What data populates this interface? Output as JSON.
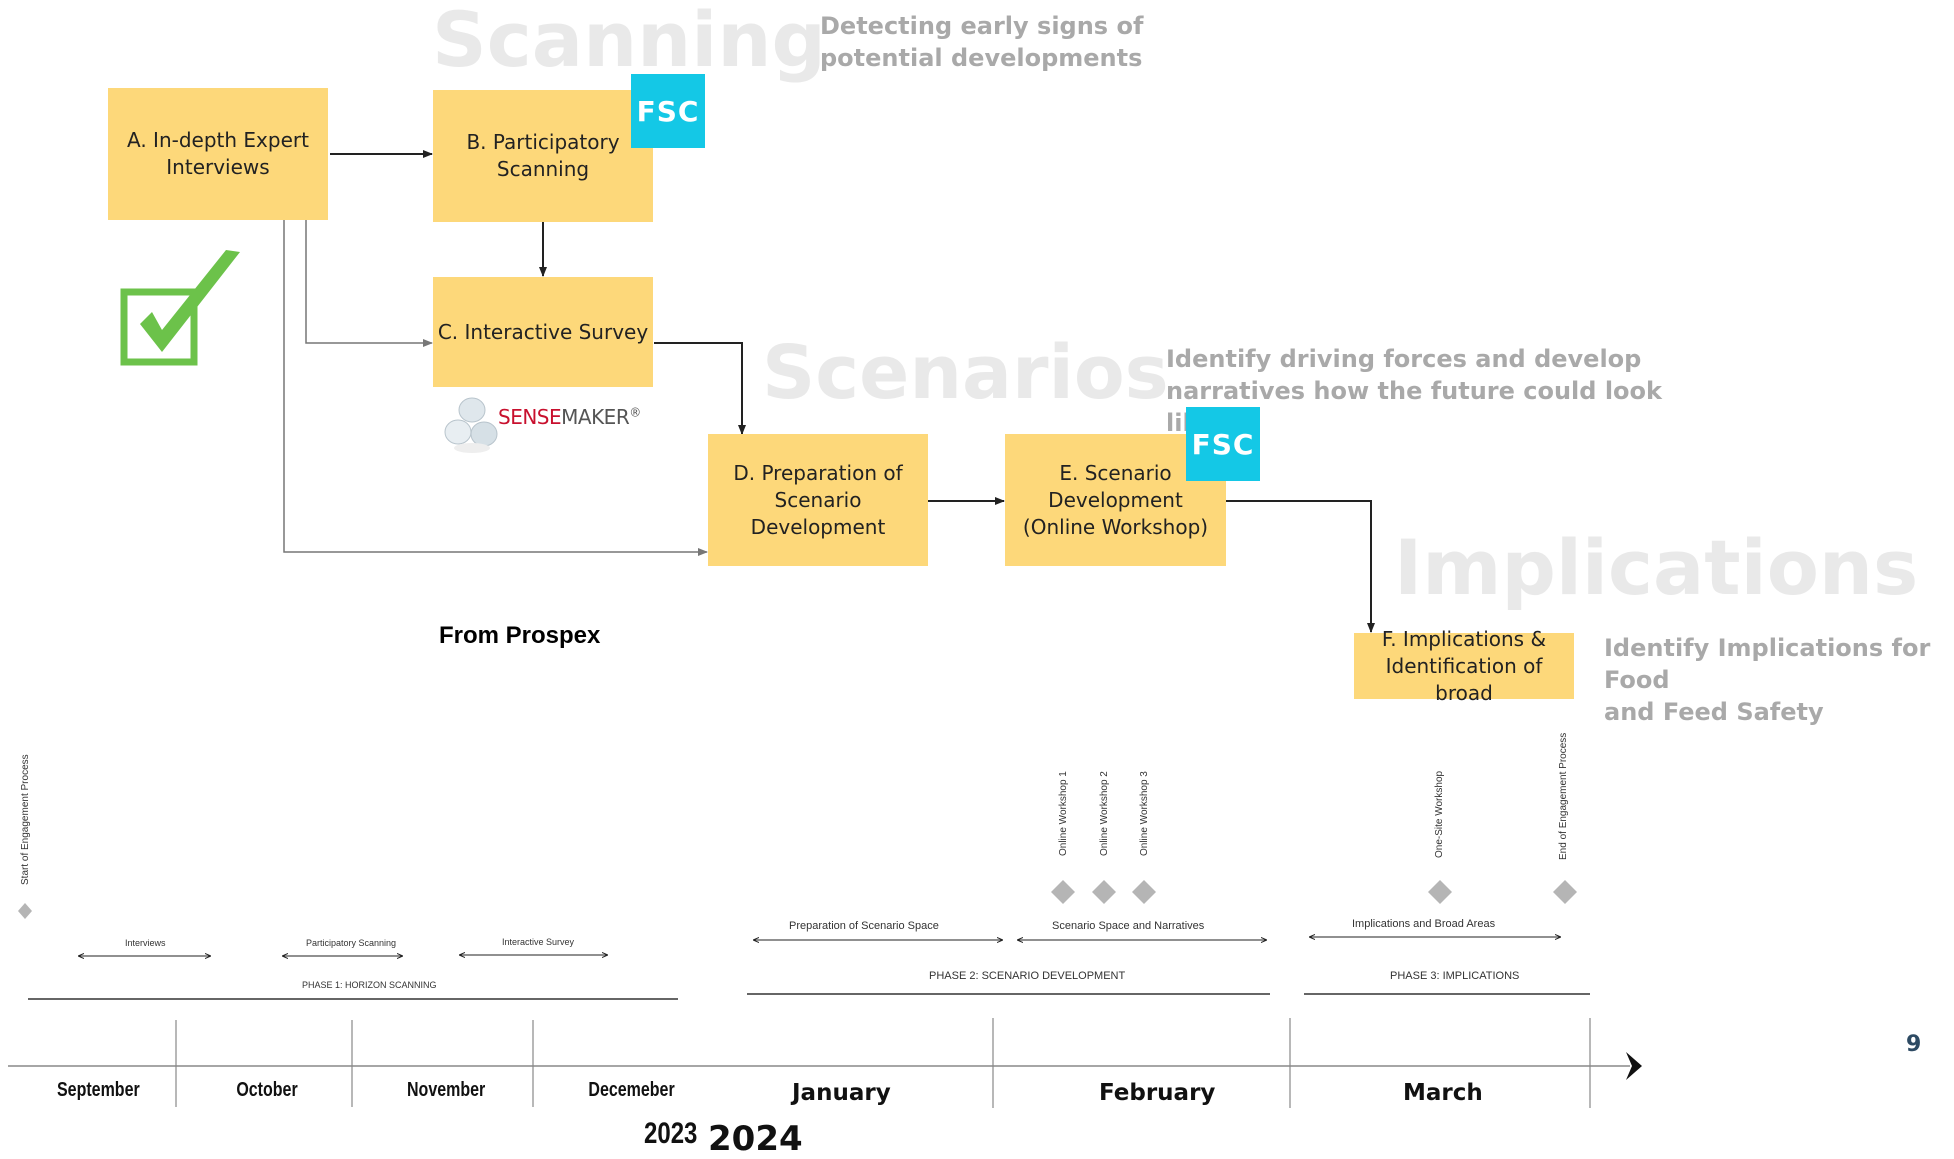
{
  "phases": {
    "scanning": {
      "title": "Scanning",
      "desc": "Detecting early signs of\npotential developments"
    },
    "scenarios": {
      "title": "Scenarios",
      "desc": "Identify driving forces and develop\nnarratives how the future could look like"
    },
    "implications": {
      "title": "Implications",
      "desc": "Identify Implications for Food\nand Feed Safety"
    }
  },
  "steps": {
    "a": "A. In-depth Expert\nInterviews",
    "b": "B. Participatory\nScanning",
    "c": "C. Interactive Survey",
    "d": "D. Preparation of\nScenario\nDevelopment",
    "e": "E. Scenario\nDevelopment\n(Online Workshop)",
    "f": "F. Implications &\nIdentification of broad"
  },
  "fsc_badge": "FSC",
  "sensemaker": {
    "part1": "SENSE",
    "part2": "MAKER",
    "mark": "®"
  },
  "source_note": "From Prospex",
  "page_number": "9",
  "timeline_2023": {
    "start_marker": "Start of Engagement Process",
    "activities": [
      "Interviews",
      "Participatory Scanning",
      "Interactive Survey"
    ],
    "phase": "PHASE 1: HORIZON SCANNING",
    "months": [
      "September",
      "October",
      "November",
      "Decemeber"
    ],
    "year": "2023"
  },
  "timeline_2024": {
    "milestones": [
      "Online Workshop 1",
      "Online Workshop 2",
      "Online Workshop 3",
      "One-Site Workshop",
      "End of Engagement Process"
    ],
    "activities": [
      "Preparation of Scenario Space",
      "Scenario Space and Narratives",
      "Implications and Broad Areas"
    ],
    "phases": [
      "PHASE 2: SCENARIO DEVELOPMENT",
      "PHASE 3: IMPLICATIONS"
    ],
    "months": [
      "January",
      "February",
      "March"
    ],
    "year": "2024"
  },
  "colors": {
    "step_fill": "#fdd87a",
    "fsc_badge": "#14c8e6",
    "checkmark": "#6cc24a",
    "watermark": "#e9e9e9",
    "description": "#a9a9a9"
  }
}
